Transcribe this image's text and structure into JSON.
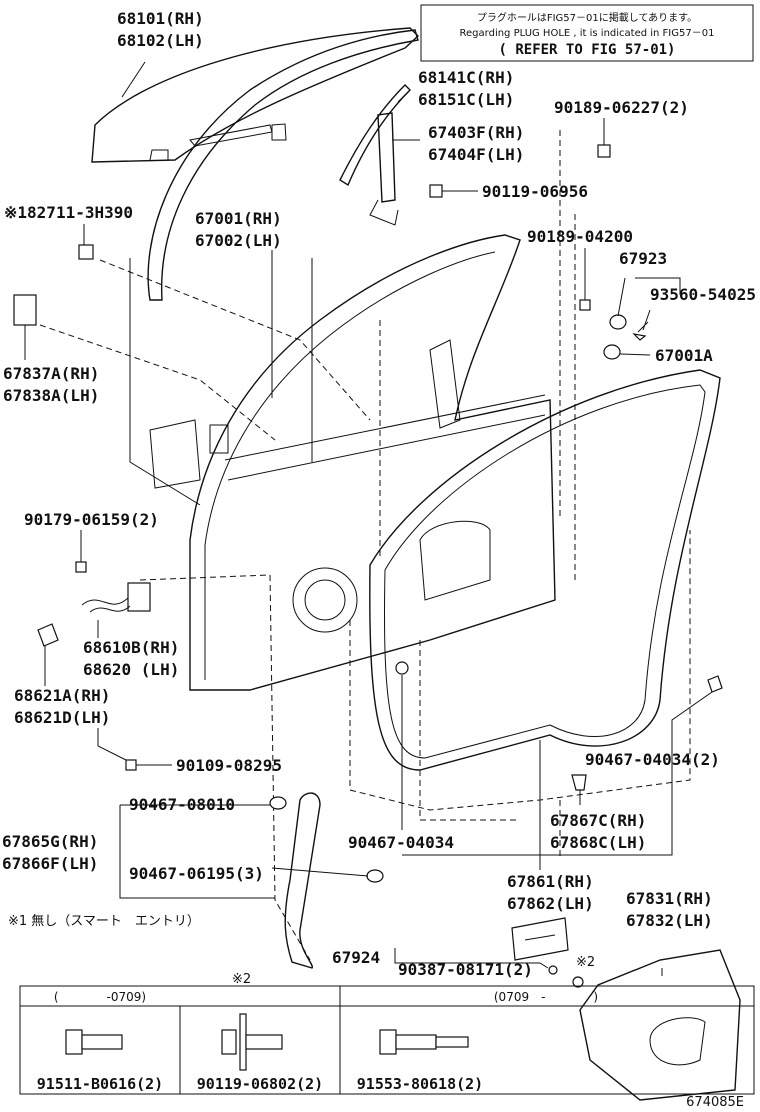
{
  "notice": {
    "line1": "プラグホールはFIG57－01に掲載してあります。",
    "line2": "Regarding PLUG HOLE , it is indicated in FIG57－01",
    "line3": "( REFER TO FIG 57-01)"
  },
  "labels": {
    "p68101": "68101(RH)",
    "p68102": "68102(LH)",
    "p68141c": "68141C(RH)",
    "p68151c": "68151C(LH)",
    "p90189_06227": "90189-06227(2)",
    "p67403f": "67403F(RH)",
    "p67404f": "67404F(LH)",
    "p90119_06956": "90119-06956",
    "p182711": "※182711-3H390",
    "p67001": "67001(RH)",
    "p67002": "67002(LH)",
    "p90189_04200": "90189-04200",
    "p67923": "67923",
    "p93560": "93560-54025",
    "p67001a": "67001A",
    "p67837a": "67837A(RH)",
    "p67838a": "67838A(LH)",
    "p90179": "90179-06159(2)",
    "p68610b": "68610B(RH)",
    "p68620": "68620  (LH)",
    "p68621a": "68621A(RH)",
    "p68621d": "68621D(LH)",
    "p90109": "90109-08295",
    "p90467_04034_2": "90467-04034(2)",
    "p90467_08010": "90467-08010",
    "p67865g": "67865G(RH)",
    "p67866f": "67866F(LH)",
    "p90467_04034": "90467-04034",
    "p67867c": "67867C(RH)",
    "p67868c": "67868C(LH)",
    "p90467_06195": "90467-06195(3)",
    "p67861": "67861(RH)",
    "p67862": "67862(LH)",
    "p67831": "67831(RH)",
    "p67832": "67832(LH)",
    "p67924": "67924",
    "p90387": "90387-08171(2)",
    "mark2_top": "※2",
    "mark2_side": "※2"
  },
  "footnote": "※1 無し（スマート　エントリ）",
  "table": {
    "header_left": "(　　　　-0709)",
    "header_right": "(0709　-　　　　)",
    "bolts": [
      "91511-B0616(2)",
      "90119-06802(2)",
      "91553-80618(2)"
    ]
  },
  "figure_code": "674085E"
}
